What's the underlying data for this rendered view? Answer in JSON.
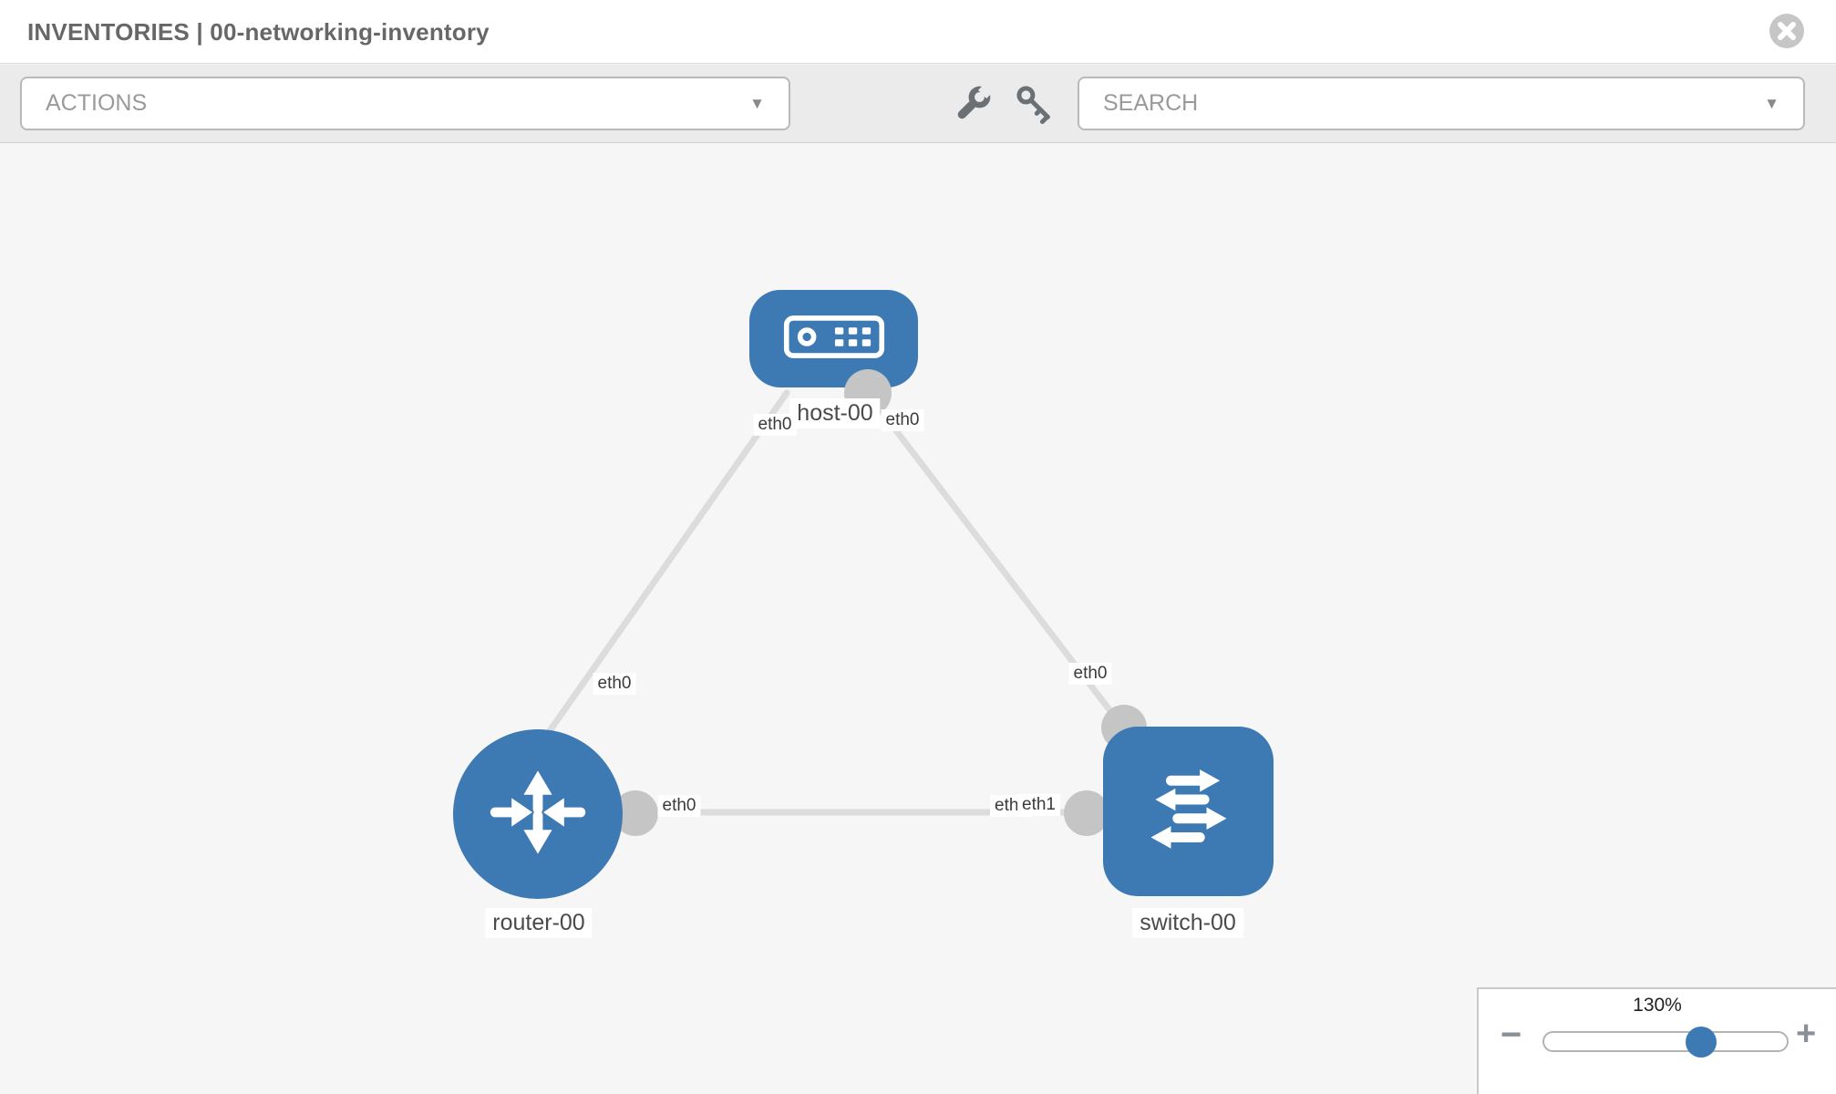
{
  "header": {
    "title": "INVENTORIES | 00-networking-inventory"
  },
  "toolbar": {
    "actions_label": "ACTIONS",
    "search_label": "SEARCH",
    "dropdown_arrow": "▼"
  },
  "graph": {
    "nodes": {
      "host": {
        "label": "host-00",
        "type": "host"
      },
      "router": {
        "label": "router-00",
        "type": "router"
      },
      "switch": {
        "label": "switch-00",
        "type": "switch"
      }
    },
    "iface": {
      "host_left": "eth0",
      "host_right": "eth0",
      "router_top": "eth0",
      "router_right": "eth0",
      "switch_top": "eth0",
      "switch_back": "eth0",
      "switch_front": "eth1"
    },
    "links": [
      {
        "from": "router-00",
        "from_interface": "eth0",
        "to": "host-00",
        "to_interface": "eth0"
      },
      {
        "from": "host-00",
        "from_interface": "eth0",
        "to": "switch-00",
        "to_interface": "eth0"
      },
      {
        "from": "router-00",
        "from_interface": "eth0",
        "to": "switch-00",
        "to_interface": "eth1"
      }
    ]
  },
  "zoom_control": {
    "level": "130%",
    "minus_label": "−",
    "plus_label": "+"
  },
  "colors": {
    "node_blue": "#3d7ab3",
    "edge_gray": "#dcdcdc",
    "port_gray": "#c5c5c5",
    "canvas_bg": "#f6f6f6"
  }
}
